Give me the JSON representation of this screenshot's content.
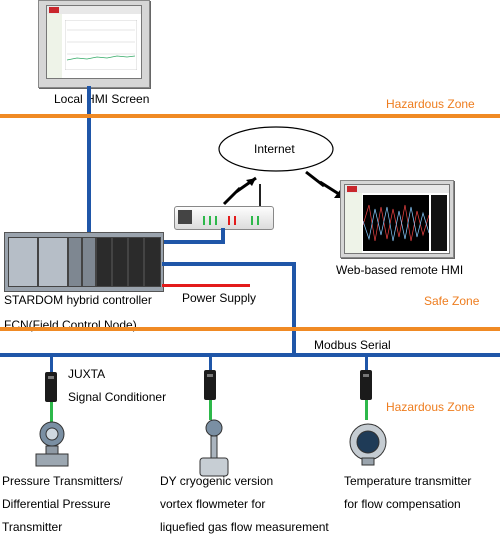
{
  "local_hmi": {
    "label": "Local HMI Screen"
  },
  "zones": {
    "top_hazardous": "Hazardous Zone",
    "safe": "Safe Zone",
    "bottom_hazardous": "Hazardous Zone"
  },
  "internet": {
    "label": "Internet"
  },
  "remote_hmi": {
    "label": "Web-based remote HMI"
  },
  "controller": {
    "line1": "STARDOM hybrid controller",
    "line2": "FCN(Field Control Node)"
  },
  "power": {
    "label": "Power Supply"
  },
  "bus": {
    "label": "Modbus Serial"
  },
  "conditioner": {
    "line1": "JUXTA",
    "line2": "Signal Conditioner"
  },
  "devices": [
    {
      "lines": [
        "Pressure Transmitters/",
        "Differential Pressure",
        "Transmitter"
      ]
    },
    {
      "lines": [
        "DY cryogenic version",
        "vortex flowmeter for",
        "liquefied gas flow measurement"
      ]
    },
    {
      "lines": [
        "Temperature transmitter",
        "for flow compensation"
      ]
    }
  ],
  "colors": {
    "network": "#1f56a8",
    "zone_boundary": "#f08a24",
    "power": "#e31b1b",
    "field_wire": "#2db84a",
    "zone_text": "#ee7d1f"
  }
}
